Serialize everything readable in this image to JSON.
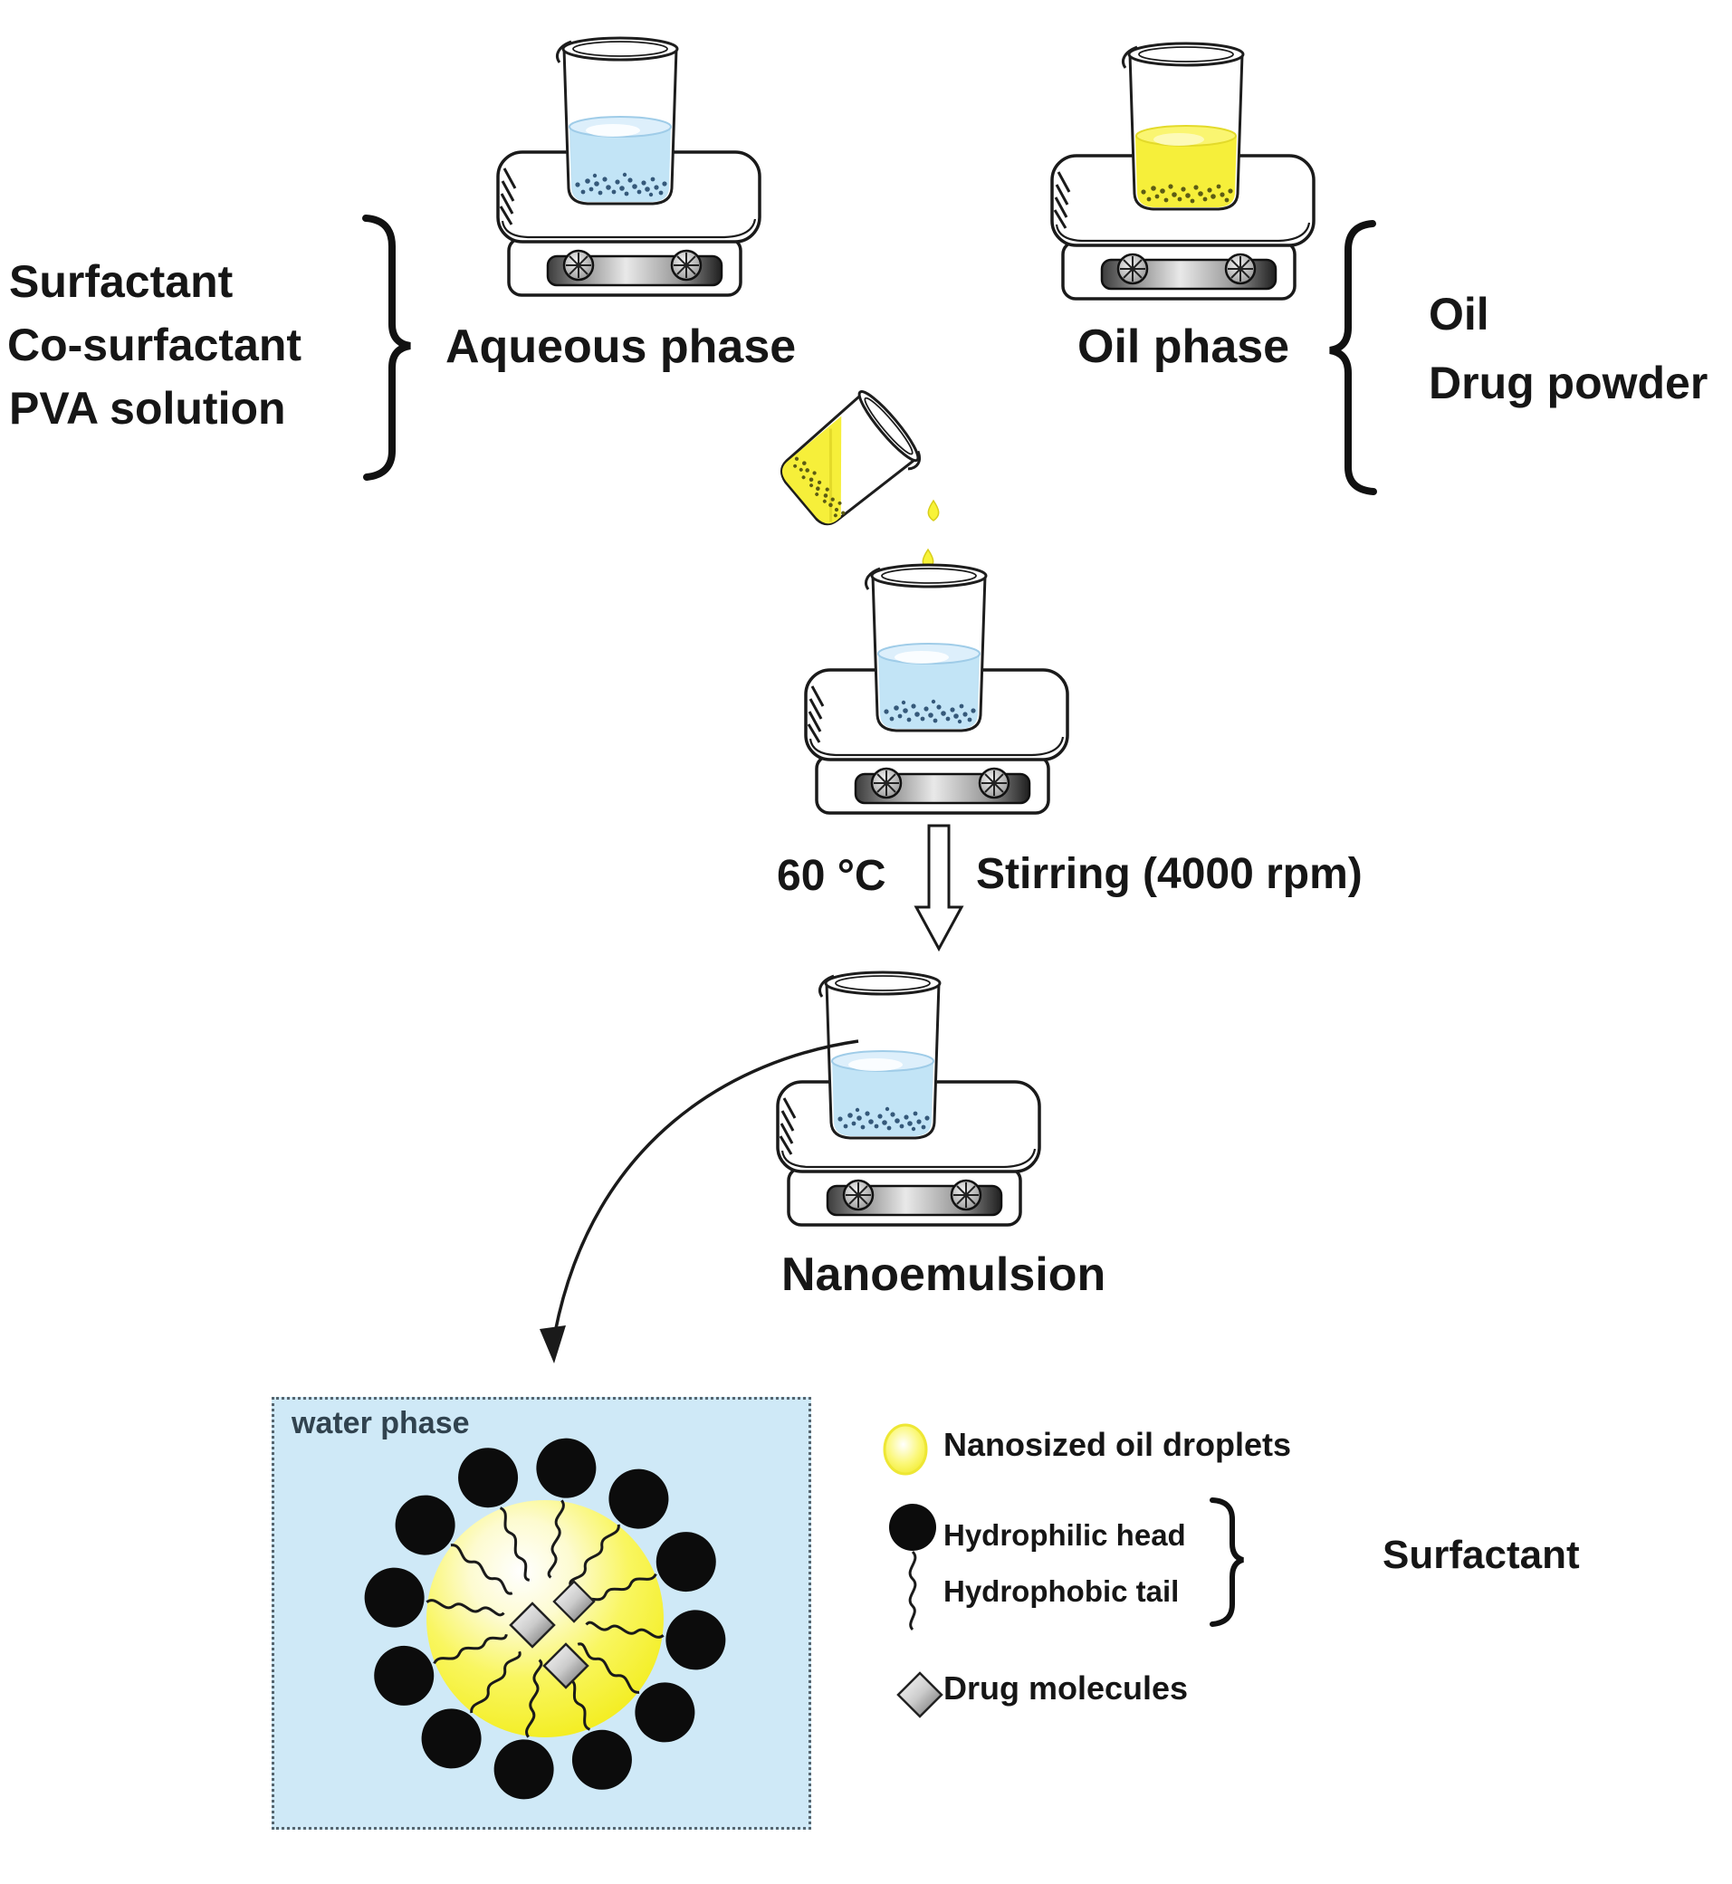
{
  "stations": {
    "aqueous": {
      "label": "Aqueous phase",
      "inputs": [
        "Surfactant",
        "Co-surfactant",
        "PVA solution"
      ]
    },
    "oil": {
      "label": "Oil phase",
      "inputs": [
        "Oil",
        "Drug powder"
      ]
    },
    "mixing": {
      "temperature": "60 °C",
      "stirring": "Stirring (4000 rpm)"
    },
    "result": {
      "label": "Nanoemulsion"
    }
  },
  "inset": {
    "label": "water phase"
  },
  "legend": {
    "oil_droplet": "Nanosized oil droplets",
    "head": "Hydrophilic head",
    "tail": "Hydrophobic tail",
    "surfactant_group": "Surfactant",
    "drug": "Drug molecules"
  },
  "icons": [
    "beaker-icon",
    "hotplate-stirrer-icon",
    "pouring-beaker-icon",
    "droplet-icon",
    "down-arrow-icon",
    "curved-arrow-icon",
    "brace-icon",
    "micelle-icon",
    "surfactant-head-icon",
    "surfactant-tail-icon",
    "drug-molecule-icon"
  ],
  "colors": {
    "aqueous_liquid": "#c2e4f6",
    "oil_liquid": "#f6ef3a",
    "water_phase_bg": "#cfe9f7",
    "micelle_yellow": "#f2ec16",
    "surfactant_head": "#0c0c0c",
    "text": "#161616"
  }
}
